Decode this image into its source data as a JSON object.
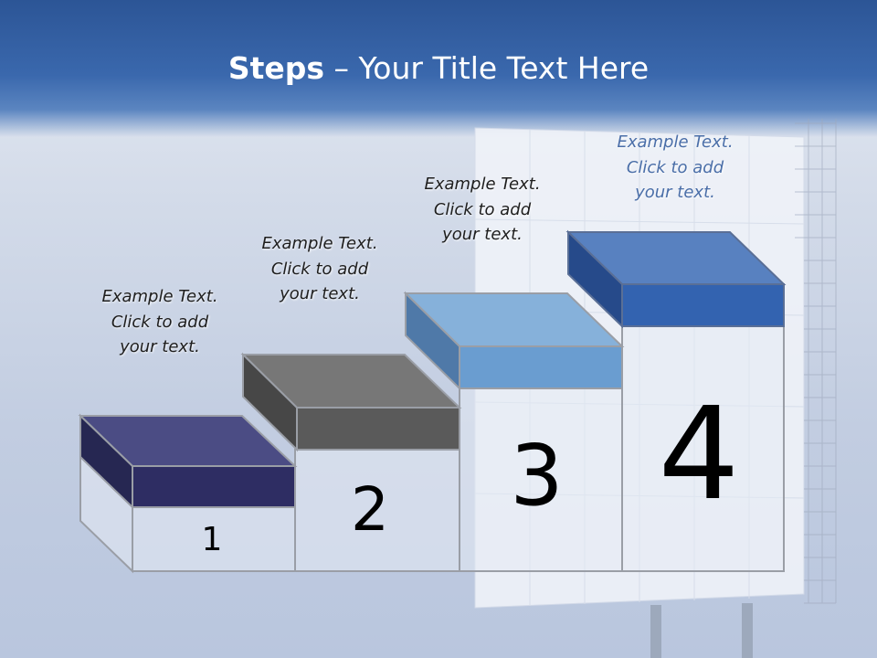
{
  "slide": {
    "title_bold": "Steps",
    "title_rest": " – Your Title Text Here"
  },
  "steps": [
    {
      "number": "1",
      "line1": "Example Text.",
      "line2": "Click  to add",
      "line3": "your text.",
      "color": "#2e2d63"
    },
    {
      "number": "2",
      "line1": "Example Text.",
      "line2": "Click  to add",
      "line3": "your text.",
      "color": "#5a5a5a"
    },
    {
      "number": "3",
      "line1": "Example Text.",
      "line2": "Click  to add",
      "line3": "your text.",
      "color": "#6a9dd0"
    },
    {
      "number": "4",
      "line1": "Example Text.",
      "line2": "Click  to add",
      "line3": "your text.",
      "color": "#3363b0"
    }
  ],
  "colors": {
    "header": "#2c5596",
    "background": "#c9d3e6",
    "caption_accent": "#4a6ea8"
  }
}
